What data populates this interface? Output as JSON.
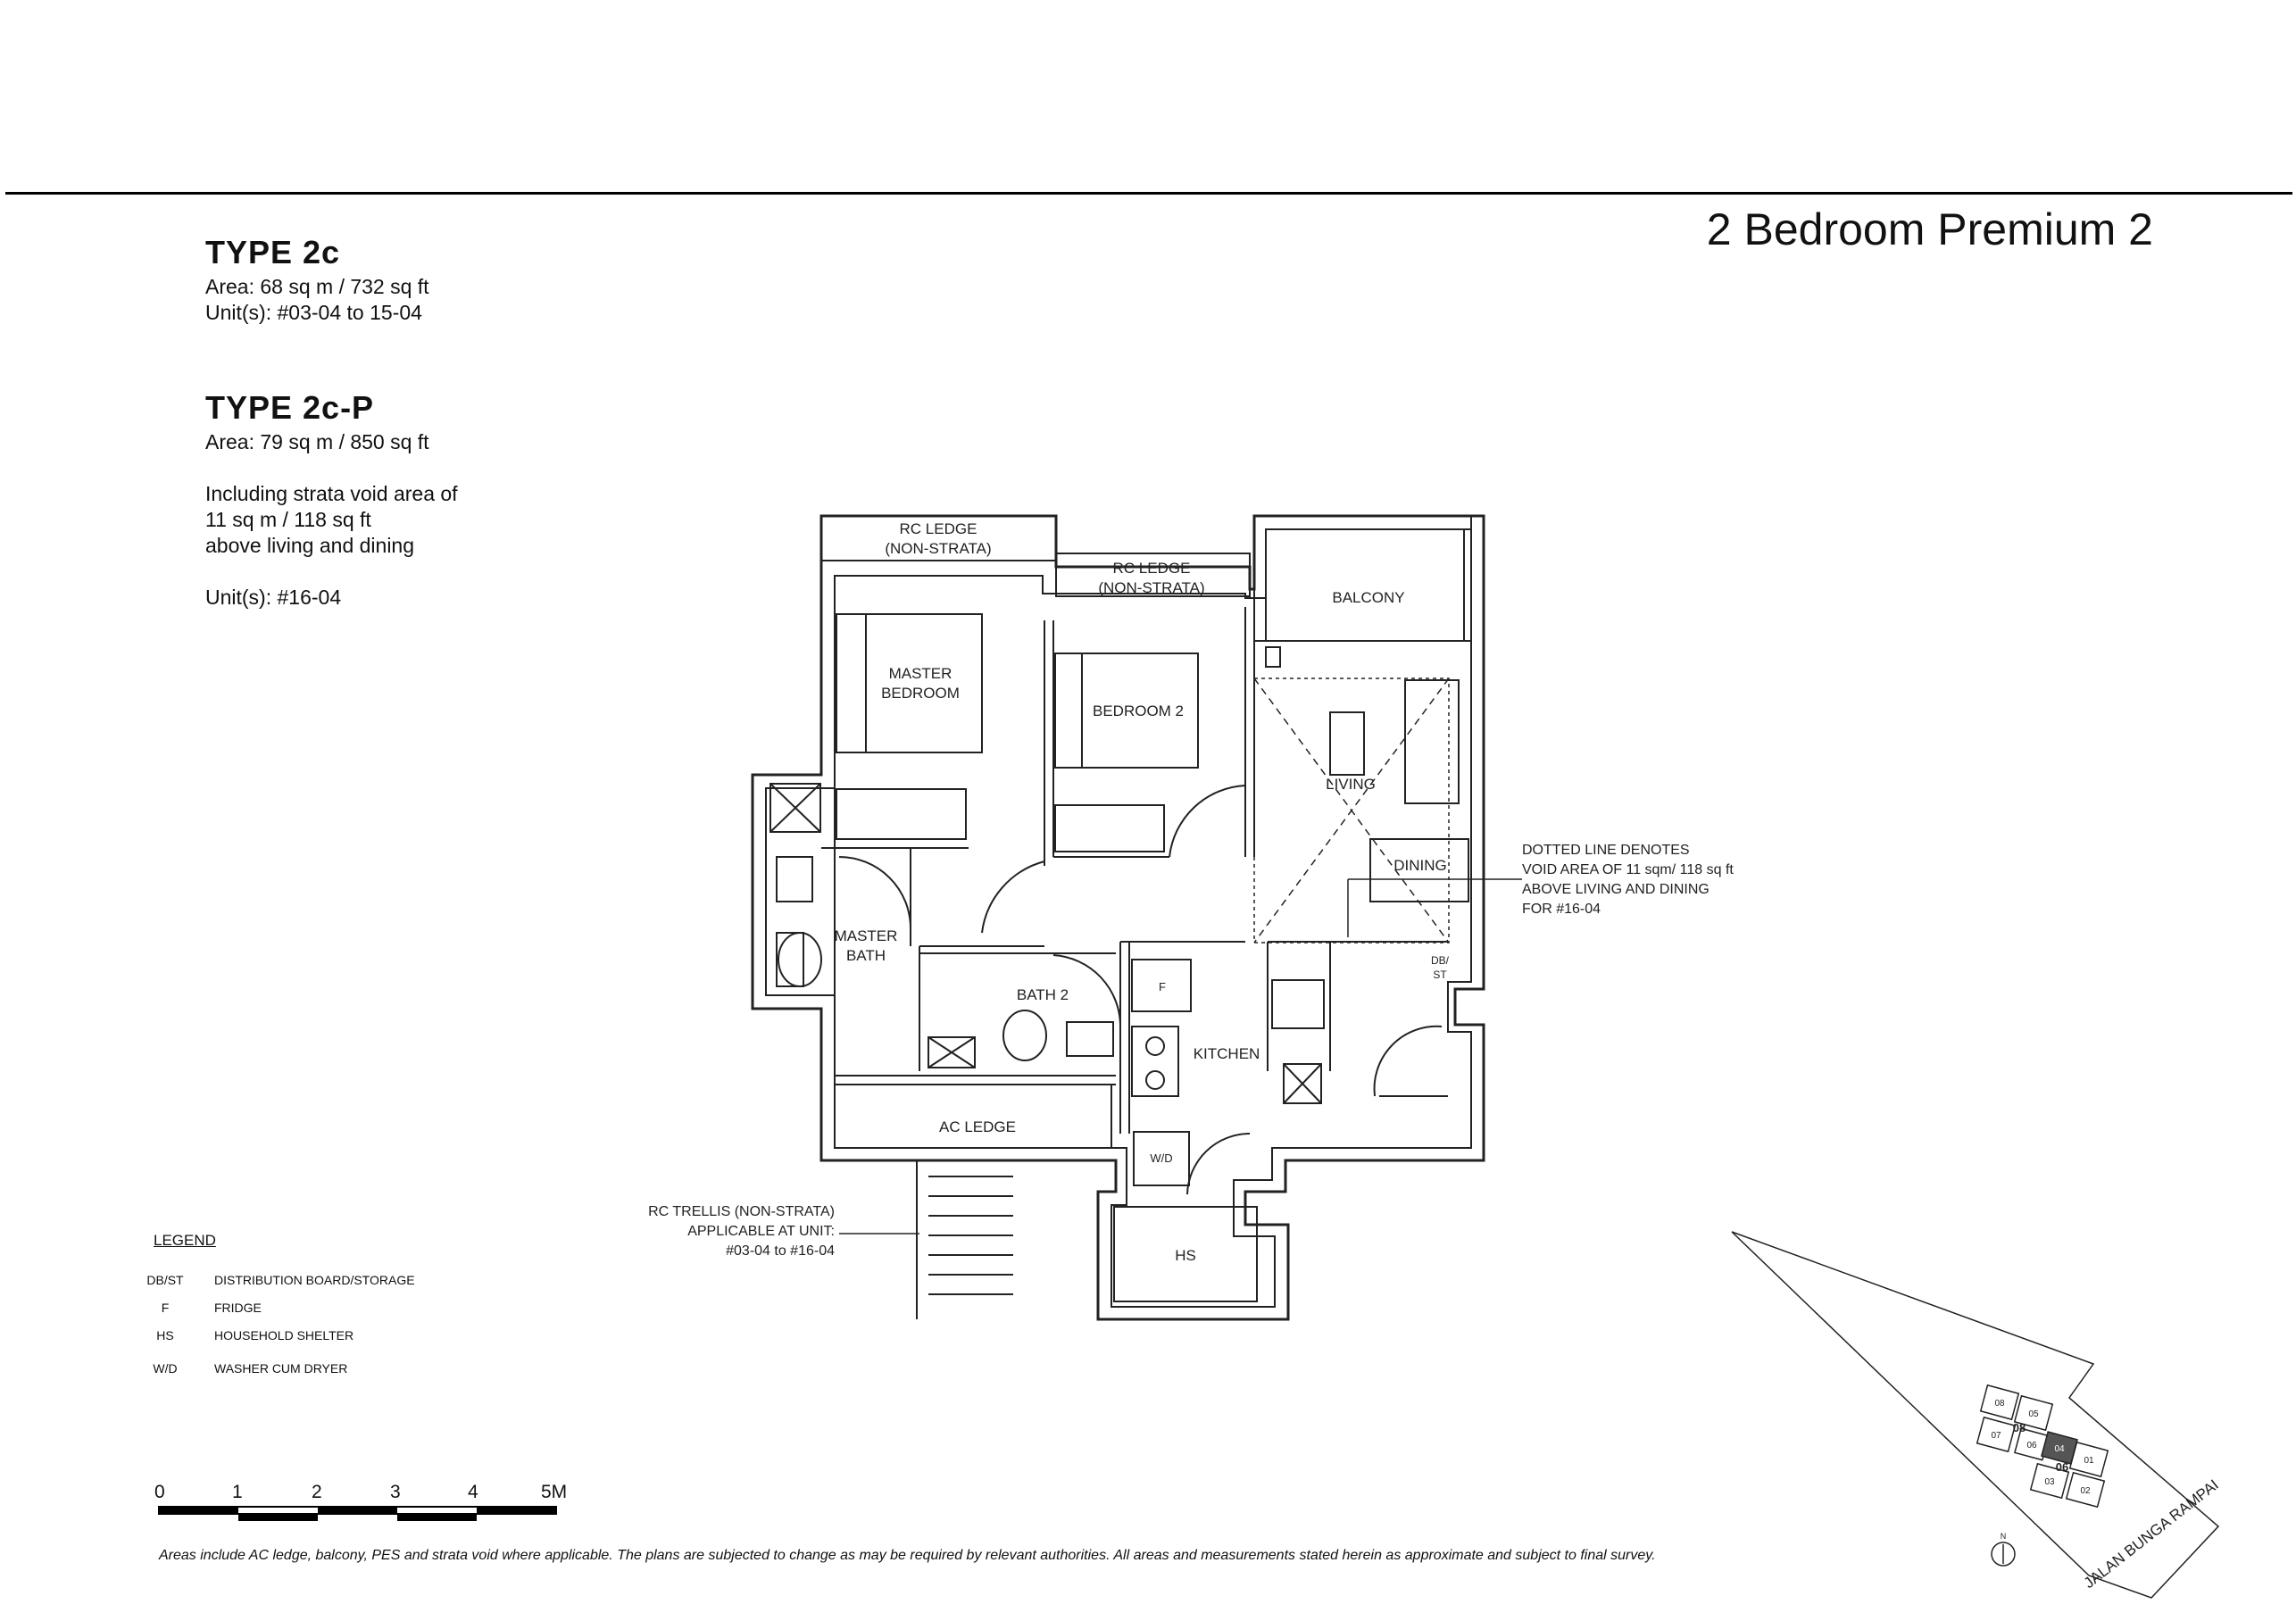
{
  "header": {
    "title": "2 Bedroom Premium 2"
  },
  "types": [
    {
      "name": "TYPE  2c",
      "lines": [
        "Area: 68 sq m / 732 sq ft",
        "Unit(s): #03-04 to 15-04"
      ]
    },
    {
      "name": "TYPE  2c-P",
      "lines": [
        "Area: 79 sq m / 850 sq ft"
      ],
      "extra": [
        "Including strata void area of",
        "11 sq m / 118 sq ft",
        "above living and dining"
      ],
      "units": "Unit(s): #16-04"
    }
  ],
  "plan": {
    "rooms": {
      "rc_ledge_1": [
        "RC LEDGE",
        "(NON-STRATA)"
      ],
      "rc_ledge_2": [
        "RC LEDGE",
        "(NON-STRATA)"
      ],
      "balcony": "BALCONY",
      "master_bedroom": [
        "MASTER",
        "BEDROOM"
      ],
      "bedroom_2": "BEDROOM 2",
      "living": "LIVING",
      "dining": "DINING",
      "master_bath": [
        "MASTER",
        "BATH"
      ],
      "bath_2": "BATH 2",
      "kitchen": "KITCHEN",
      "ac_ledge": "AC LEDGE",
      "hs": "HS",
      "fridge": "F",
      "wd": "W/D",
      "dbst": [
        "DB/",
        "ST"
      ]
    },
    "annotations": {
      "void_note": [
        "DOTTED LINE DENOTES",
        "VOID AREA OF 11 sqm/ 118 sq ft",
        "ABOVE LIVING AND DINING",
        "FOR #16-04"
      ],
      "trellis_note": [
        "RC TRELLIS (NON-STRATA)",
        "APPLICABLE AT UNIT:",
        "#03-04 to #16-04"
      ]
    }
  },
  "legend": {
    "heading": "LEGEND",
    "items": [
      {
        "key": "DB/ST",
        "value": "DISTRIBUTION BOARD/STORAGE"
      },
      {
        "key": "F",
        "value": "FRIDGE"
      },
      {
        "key": "HS",
        "value": "HOUSEHOLD SHELTER"
      },
      {
        "key": "W/D",
        "value": "WASHER CUM DRYER"
      }
    ]
  },
  "scale": {
    "labels": [
      "0",
      "1",
      "2",
      "3",
      "4",
      "5M"
    ]
  },
  "footer": {
    "disclaimer": "Areas include AC ledge, balcony, PES and strata void where applicable. The plans are subjected to change as may be required by relevant authorities. All areas and measurements stated herein as approximate and subject to final survey."
  },
  "keyplan": {
    "road": "JALAN BUNGA RAMPAI",
    "north": "N",
    "blocks": [
      "08",
      "05",
      "07",
      "06",
      "04",
      "01",
      "03",
      "02",
      "08",
      "06"
    ]
  }
}
